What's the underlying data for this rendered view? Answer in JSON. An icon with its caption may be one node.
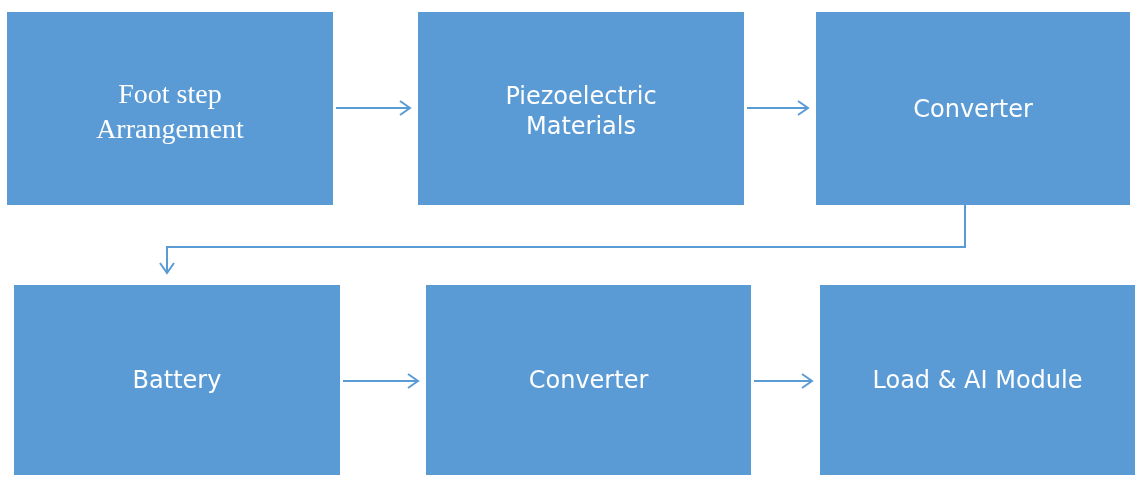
{
  "diagram": {
    "nodes": [
      {
        "text": [
          "Foot step Arrangement"
        ]
      },
      {
        "text": [
          "Piezoelectric Materials"
        ]
      },
      {
        "text": [
          "Converter"
        ]
      },
      {
        "text": [
          "Battery"
        ]
      },
      {
        "text": [
          "Converter"
        ]
      },
      {
        "text": [
          "Load & AI Module"
        ]
      }
    ],
    "edges": [
      {
        "from": 0,
        "to": 1,
        "arrow": "to"
      },
      {
        "from": 1,
        "to": 2,
        "arrow": "to"
      },
      {
        "from": 2,
        "to": 3,
        "arrow": "to"
      },
      {
        "from": 3,
        "to": 4,
        "arrow": "to"
      },
      {
        "from": 4,
        "to": 5,
        "arrow": "to"
      }
    ]
  }
}
